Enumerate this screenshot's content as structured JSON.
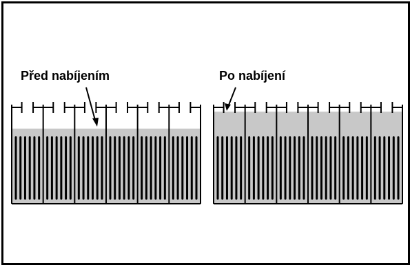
{
  "labels": {
    "before": "Před nabíjením",
    "after": "Po nabíjení"
  },
  "colors": {
    "electrolyte": "#c8c8c8",
    "plate": "#000000",
    "background": "#ffffff"
  },
  "batteries": [
    {
      "id": "before",
      "electrolyte_level": 0.06
    },
    {
      "id": "after",
      "electrolyte_level": 0.2
    }
  ]
}
